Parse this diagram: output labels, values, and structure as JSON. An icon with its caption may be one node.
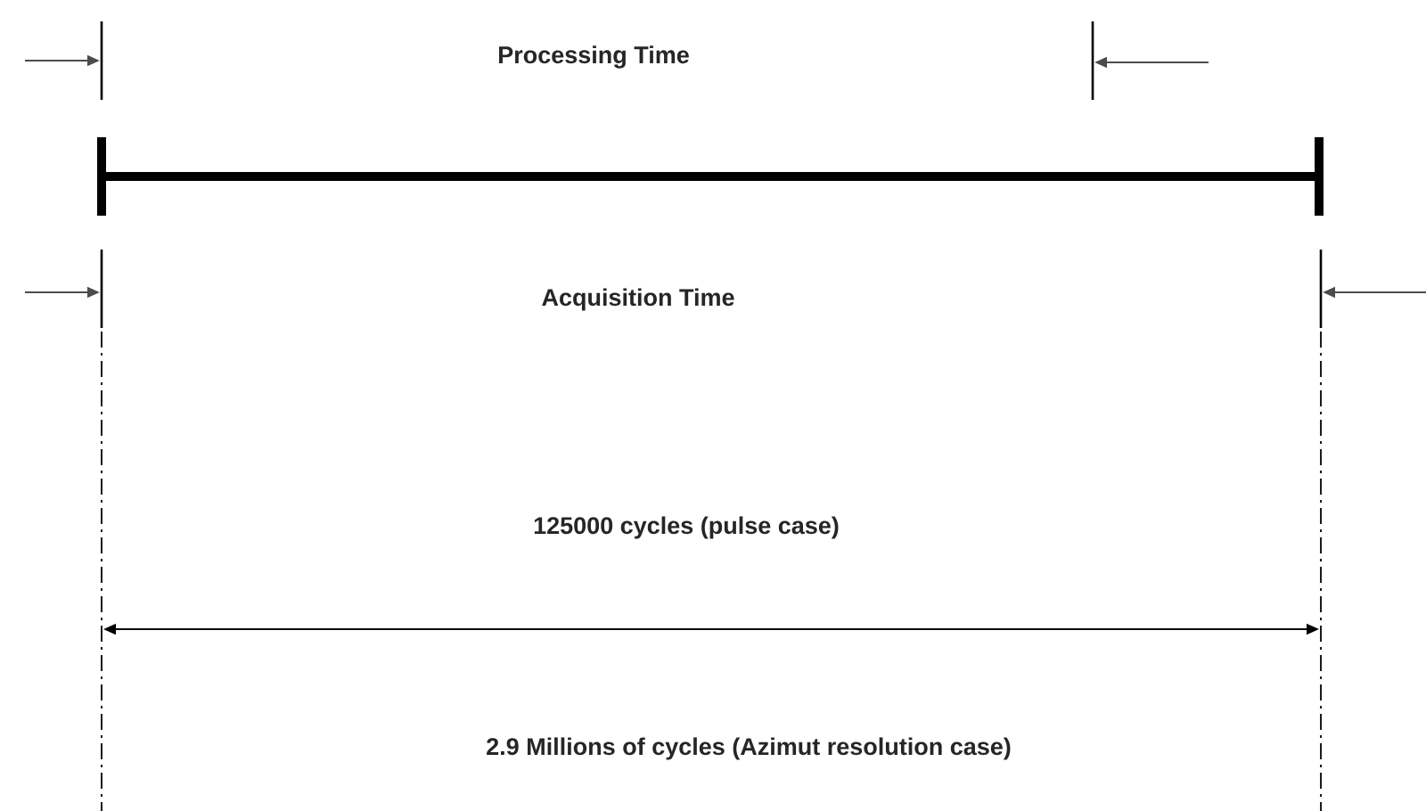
{
  "diagram": {
    "labels": [
      "Processing Time",
      "Acquisition Time",
      "125000 cycles (pulse case)",
      "2.9 Millions of cycles (Azimut resolution case)"
    ]
  }
}
